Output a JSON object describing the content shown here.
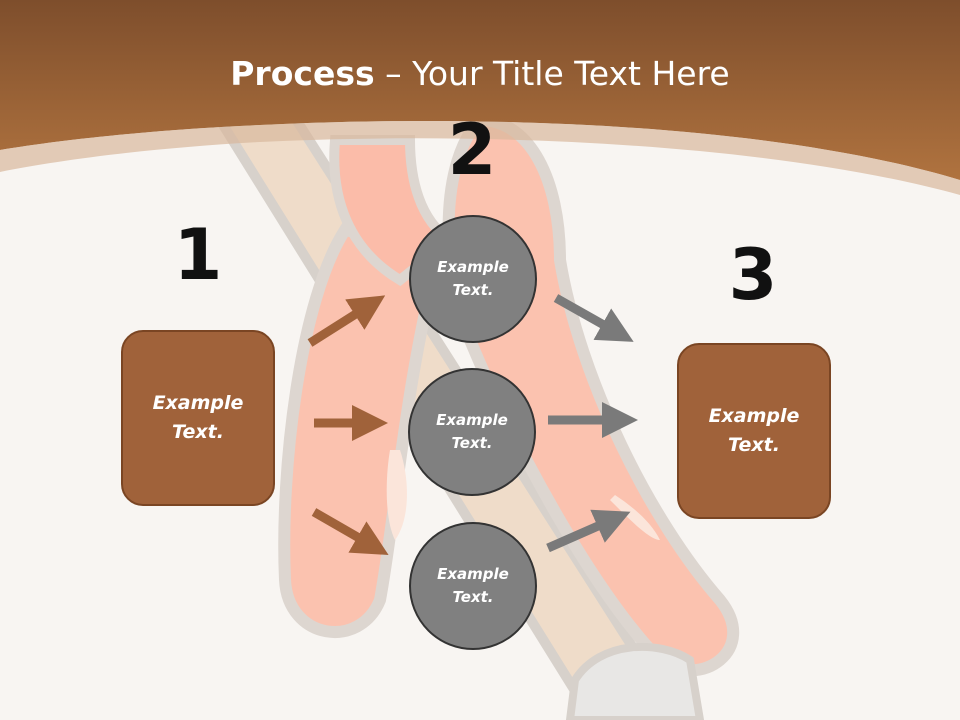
{
  "slide": {
    "title_bold": "Process",
    "title_rest": " – Your Title Text Here"
  },
  "steps": {
    "one": {
      "number": "1",
      "text": "Example Text."
    },
    "two": {
      "number": "2",
      "circles": [
        {
          "text": "Example Text."
        },
        {
          "text": "Example Text."
        },
        {
          "text": "Example Text."
        }
      ]
    },
    "three": {
      "number": "3",
      "text": "Example Text."
    }
  },
  "colors": {
    "header_brown": "#9a5f35",
    "box_brown": "#a0623a",
    "circle_gray": "#808080",
    "arrow_brown": "#a0623a",
    "arrow_gray": "#7a7a7a"
  }
}
